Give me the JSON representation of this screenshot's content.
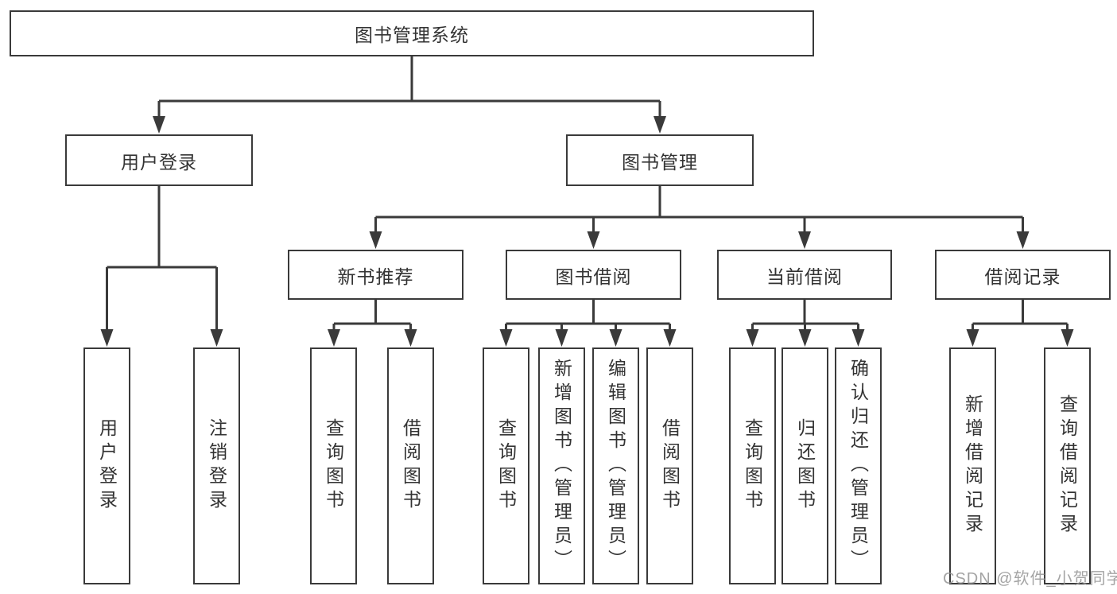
{
  "tree": {
    "label": "图书管理系统",
    "children": [
      {
        "label": "用户登录",
        "children": [
          {
            "label": "用户登录"
          },
          {
            "label": "注销登录"
          }
        ]
      },
      {
        "label": "图书管理",
        "children": [
          {
            "label": "新书推荐",
            "children": [
              {
                "label": "查询图书"
              },
              {
                "label": "借阅图书"
              }
            ]
          },
          {
            "label": "图书借阅",
            "children": [
              {
                "label": "查询图书"
              },
              {
                "label": "新增图书（管理员）"
              },
              {
                "label": "编辑图书（管理员）"
              },
              {
                "label": "借阅图书"
              }
            ]
          },
          {
            "label": "当前借阅",
            "children": [
              {
                "label": "查询图书"
              },
              {
                "label": "归还图书"
              },
              {
                "label": "确认归还（管理员）"
              }
            ]
          },
          {
            "label": "借阅记录",
            "children": [
              {
                "label": "新增借阅记录"
              },
              {
                "label": "查询借阅记录"
              }
            ]
          }
        ]
      }
    ]
  },
  "watermark": {
    "text": "CSDN @软件_小贺同学"
  },
  "colors": {
    "line": "#3a3a3a",
    "text": "#333333",
    "watermark": "#949494",
    "background": "#ffffff"
  }
}
